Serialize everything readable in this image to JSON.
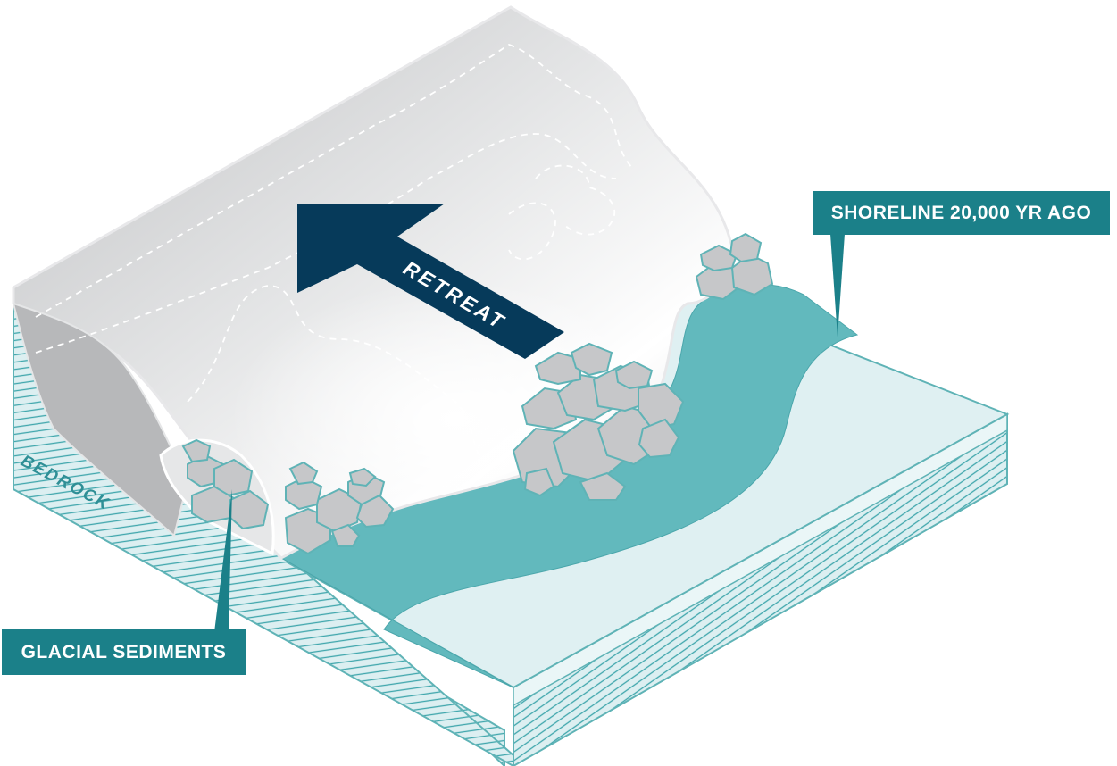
{
  "labels": {
    "retreat": "RETREAT",
    "bedrock": "BEDROCK",
    "shoreline": "SHORELINE 20,000 YR AGO",
    "glacial_sediments": "GLACIAL SEDIMENTS"
  },
  "colors": {
    "teal_water": "#62b9bd",
    "pale_shelf": "#dff0f2",
    "outline_teal": "#5fb3b6",
    "callout_bg": "#1b8089",
    "arrow": "#063a5a",
    "ice_gray": "#c9cacc",
    "boulder_fill": "#c6c7c9"
  }
}
